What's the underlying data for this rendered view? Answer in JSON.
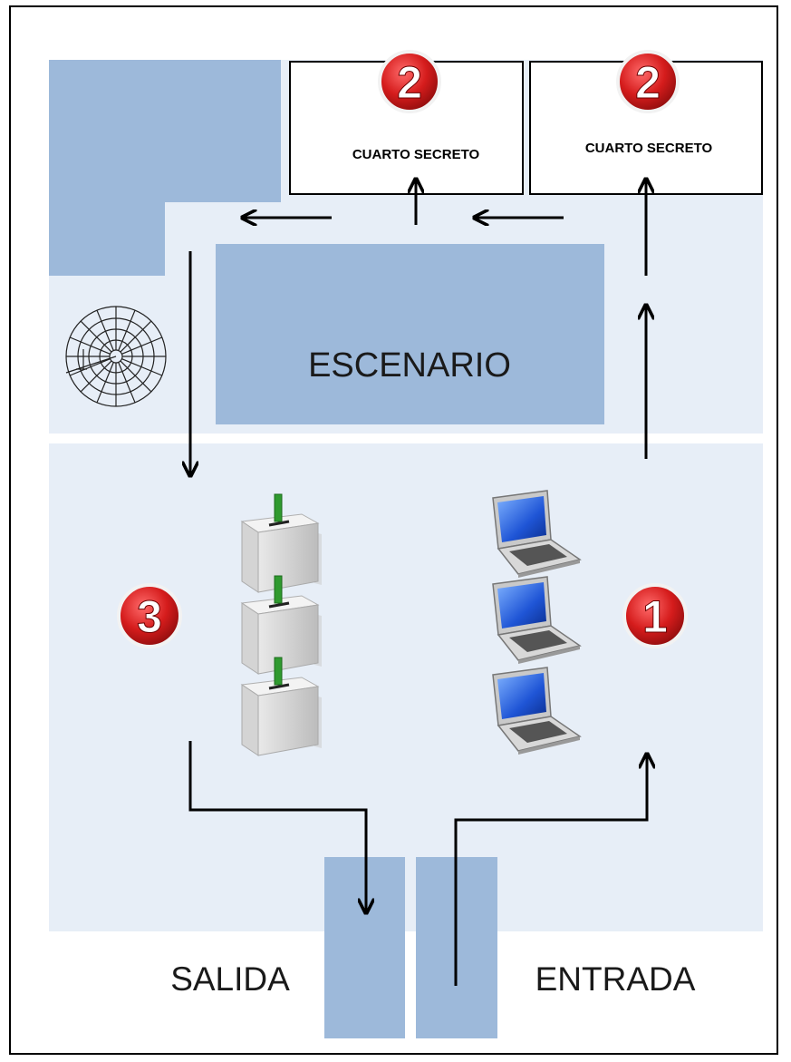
{
  "rooms": {
    "booth_left": {
      "label": "CUARTO SECRETO",
      "step": "2"
    },
    "booth_right": {
      "label": "CUARTO SECRETO",
      "step": "2"
    },
    "stage": {
      "label": "ESCENARIO"
    }
  },
  "steps": {
    "registration": "1",
    "booths": "2",
    "ballot_boxes": "3"
  },
  "doors": {
    "exit": "SALIDA",
    "entrance": "ENTRADA"
  },
  "icons": {
    "badge": "numbered-badge-icon",
    "laptop": "laptop-icon",
    "ballot_box": "ballot-box-icon",
    "spiral_stair": "spiral-staircase-icon"
  },
  "colors": {
    "light_area": "#e7eef7",
    "dark_area": "#9db9da",
    "door": "#9db9da",
    "badge_red": "#d51c1c",
    "arrow": "#000000"
  }
}
